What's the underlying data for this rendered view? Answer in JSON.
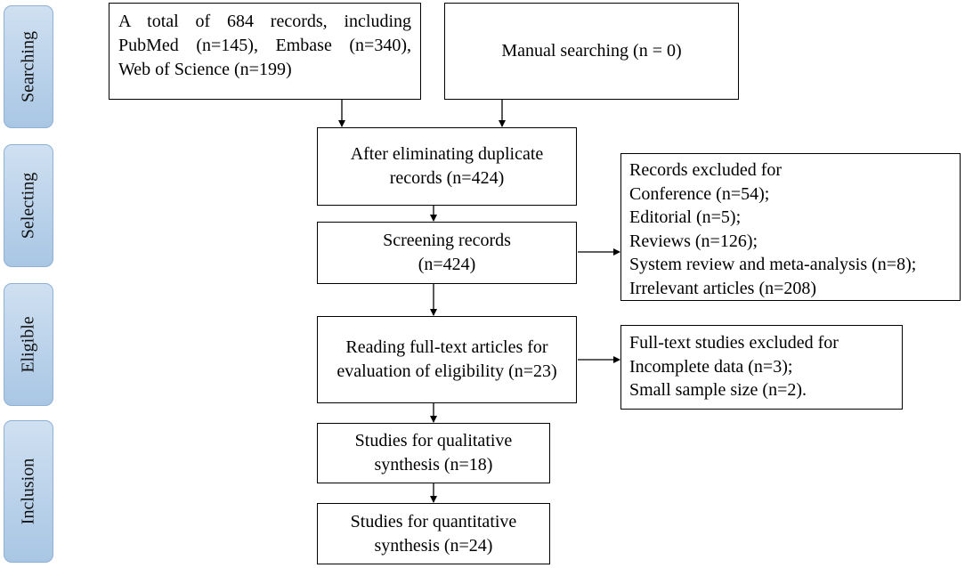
{
  "stages": [
    "Searching",
    "Selecting",
    "Eligible",
    "Inclusion"
  ],
  "boxes": {
    "records_total": [
      "A total of 684 records, including",
      "PubMed (n=145), Embase (n=340),",
      "Web of Science (n=199)"
    ],
    "manual_search": [
      "Manual searching (n = 0)"
    ],
    "after_duplicates": [
      "After eliminating duplicate",
      "records (n=424)"
    ],
    "screening": [
      "Screening records",
      "(n=424)"
    ],
    "excluded_records": [
      "Records excluded for",
      "Conference (n=54);",
      "Editorial (n=5);",
      "Reviews (n=126);",
      "System review and meta-analysis (n=8);",
      "Irrelevant articles (n=208)"
    ],
    "full_text": [
      "Reading full-text articles for",
      "evaluation of eligibility (n=23)"
    ],
    "full_text_excluded": [
      "Full-text studies excluded for",
      "Incomplete data (n=3);",
      "Small sample size (n=2)."
    ],
    "qualitative": [
      "Studies for qualitative",
      "synthesis (n=18)"
    ],
    "quantitative": [
      "Studies for quantitative",
      "synthesis (n=24)"
    ]
  },
  "colors": {
    "stage_fill": "#bcd3ec",
    "stage_border": "#8fb1d3",
    "line": "#000000"
  }
}
